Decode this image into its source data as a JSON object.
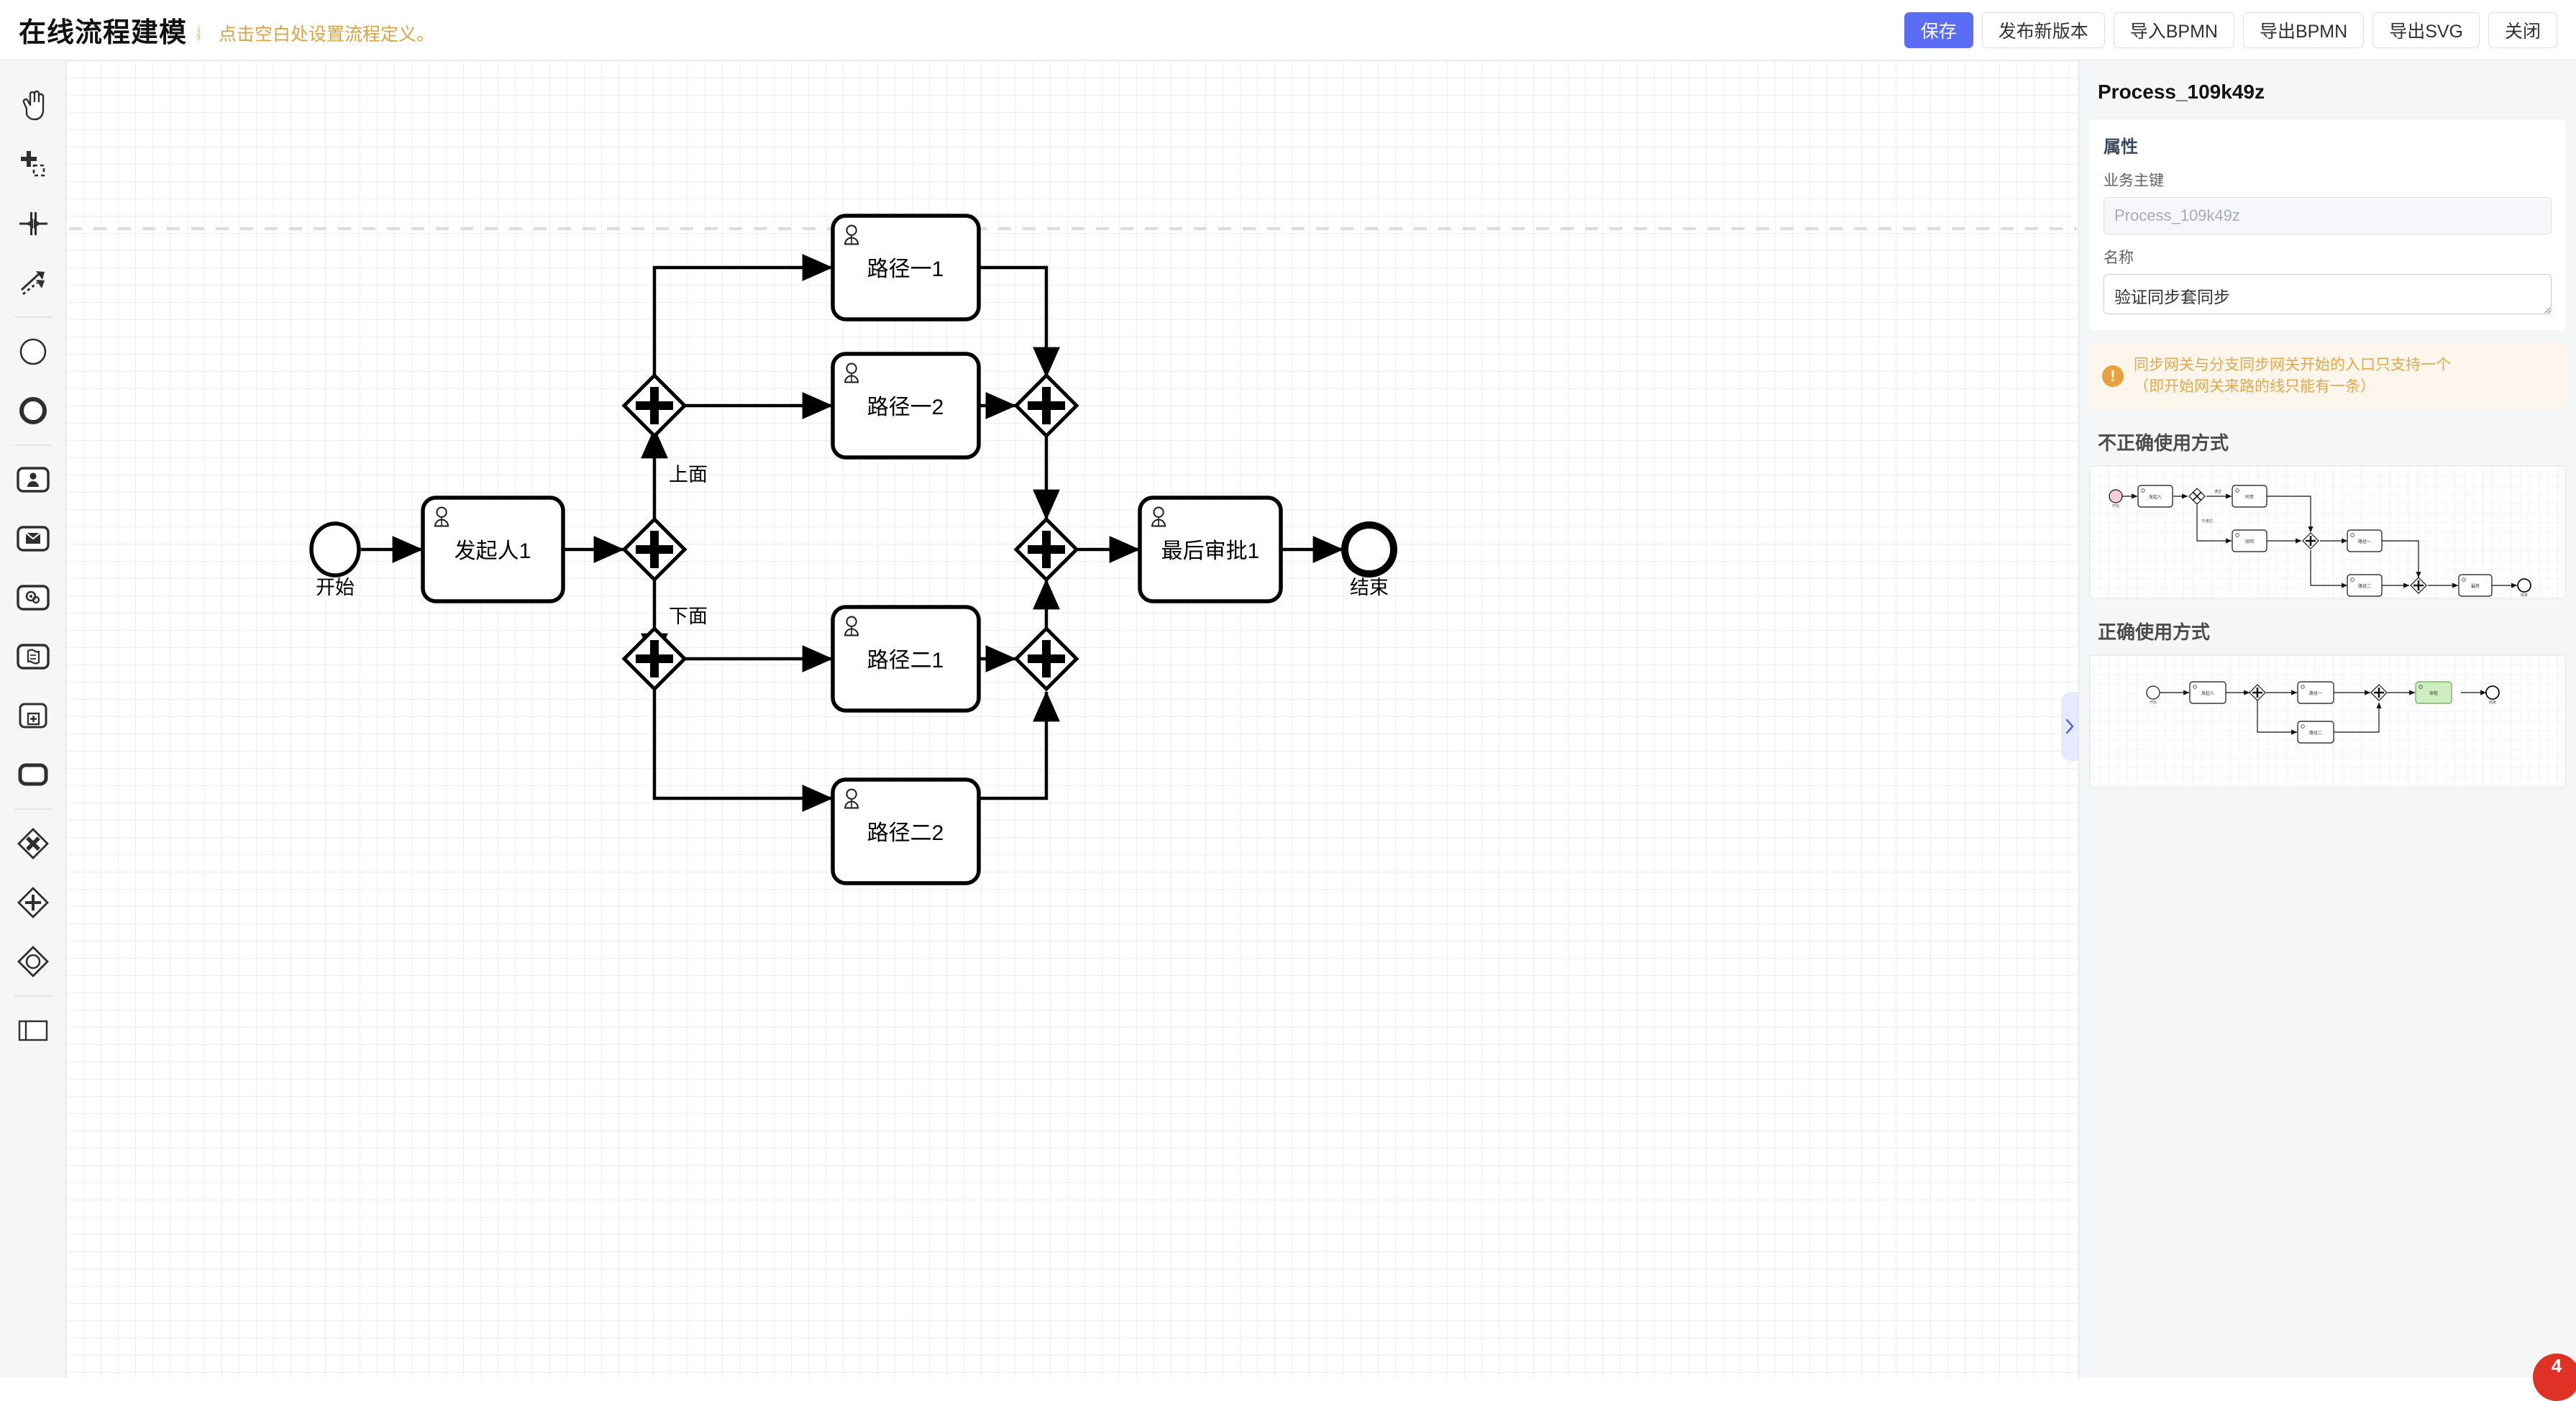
{
  "app": {
    "title": "在线流程建模",
    "hint": "点击空白处设置流程定义。",
    "hint_icon": "ordered-list-icon"
  },
  "toolbar": {
    "buttons": [
      {
        "label": "保存",
        "variant": "primary",
        "name": "save-button"
      },
      {
        "label": "发布新版本",
        "variant": "default",
        "name": "publish-version-button"
      },
      {
        "label": "导入BPMN",
        "variant": "default",
        "name": "import-bpmn-button"
      },
      {
        "label": "导出BPMN",
        "variant": "default",
        "name": "export-bpmn-button"
      },
      {
        "label": "导出SVG",
        "variant": "default",
        "name": "export-svg-button"
      },
      {
        "label": "关闭",
        "variant": "default",
        "name": "close-button"
      }
    ],
    "primary_color": "#5b6cf5"
  },
  "palette": {
    "tools": [
      {
        "name": "hand-tool-icon",
        "title": "抓手工具"
      },
      {
        "name": "lasso-select-icon",
        "title": "框选工具"
      },
      {
        "name": "space-tool-icon",
        "title": "空间调整工具"
      },
      {
        "name": "connect-tool-icon",
        "title": "连线工具"
      },
      {
        "name": "start-event-icon",
        "title": "开始事件"
      },
      {
        "name": "end-event-icon",
        "title": "结束事件"
      },
      {
        "name": "user-task-icon",
        "title": "用户任务"
      },
      {
        "name": "send-task-icon",
        "title": "发送任务"
      },
      {
        "name": "service-task-icon",
        "title": "服务任务"
      },
      {
        "name": "script-task-icon",
        "title": "脚本任务"
      },
      {
        "name": "call-activity-icon",
        "title": "调用活动"
      },
      {
        "name": "subprocess-icon",
        "title": "子流程"
      },
      {
        "name": "exclusive-gateway-icon",
        "title": "排他网关"
      },
      {
        "name": "parallel-gateway-icon",
        "title": "并行网关"
      },
      {
        "name": "inclusive-gateway-icon",
        "title": "包容网关"
      },
      {
        "name": "pool-lane-icon",
        "title": "泳池/泳道"
      }
    ]
  },
  "diagram": {
    "nodes": [
      {
        "id": "start",
        "type": "start-event",
        "label": "开始"
      },
      {
        "id": "task_initiator",
        "type": "user-task",
        "label": "发起人1"
      },
      {
        "id": "gw_split_main",
        "type": "parallel-gateway",
        "label": ""
      },
      {
        "id": "gw_split_top",
        "type": "parallel-gateway",
        "label": ""
      },
      {
        "id": "gw_split_bottom",
        "type": "parallel-gateway",
        "label": ""
      },
      {
        "id": "task_p1_1",
        "type": "user-task",
        "label": "路径一1"
      },
      {
        "id": "task_p1_2",
        "type": "user-task",
        "label": "路径一2"
      },
      {
        "id": "task_p2_1",
        "type": "user-task",
        "label": "路径二1"
      },
      {
        "id": "task_p2_2",
        "type": "user-task",
        "label": "路径二2"
      },
      {
        "id": "gw_join_top",
        "type": "parallel-gateway",
        "label": ""
      },
      {
        "id": "gw_join_bottom",
        "type": "parallel-gateway",
        "label": ""
      },
      {
        "id": "gw_join_main",
        "type": "parallel-gateway",
        "label": ""
      },
      {
        "id": "task_final",
        "type": "user-task",
        "label": "最后审批1"
      },
      {
        "id": "end",
        "type": "end-event",
        "label": "结束"
      }
    ],
    "edge_labels": [
      {
        "id": "flow_up",
        "label": "上面"
      },
      {
        "id": "flow_down",
        "label": "下面"
      }
    ]
  },
  "panel": {
    "title": "Process_109k49z",
    "section_properties": "属性",
    "fields": {
      "business_key_label": "业务主键",
      "business_key_value": "Process_109k49z",
      "name_label": "名称",
      "name_value": "验证同步套同步"
    },
    "alert": {
      "icon": "warning-icon",
      "line1": "同步网关与分支同步网关开始的入口只支持一个",
      "line2": "（即开始网关来路的线只能有一条）",
      "color": "#e6a23c"
    },
    "examples": [
      {
        "heading": "不正确使用方式",
        "name": "incorrect-usage-example"
      },
      {
        "heading": "正确使用方式",
        "name": "correct-usage-example"
      }
    ],
    "collapse_icon": "chevron-right-icon"
  },
  "corner_badge": {
    "label": "4",
    "color": "#e03127"
  }
}
